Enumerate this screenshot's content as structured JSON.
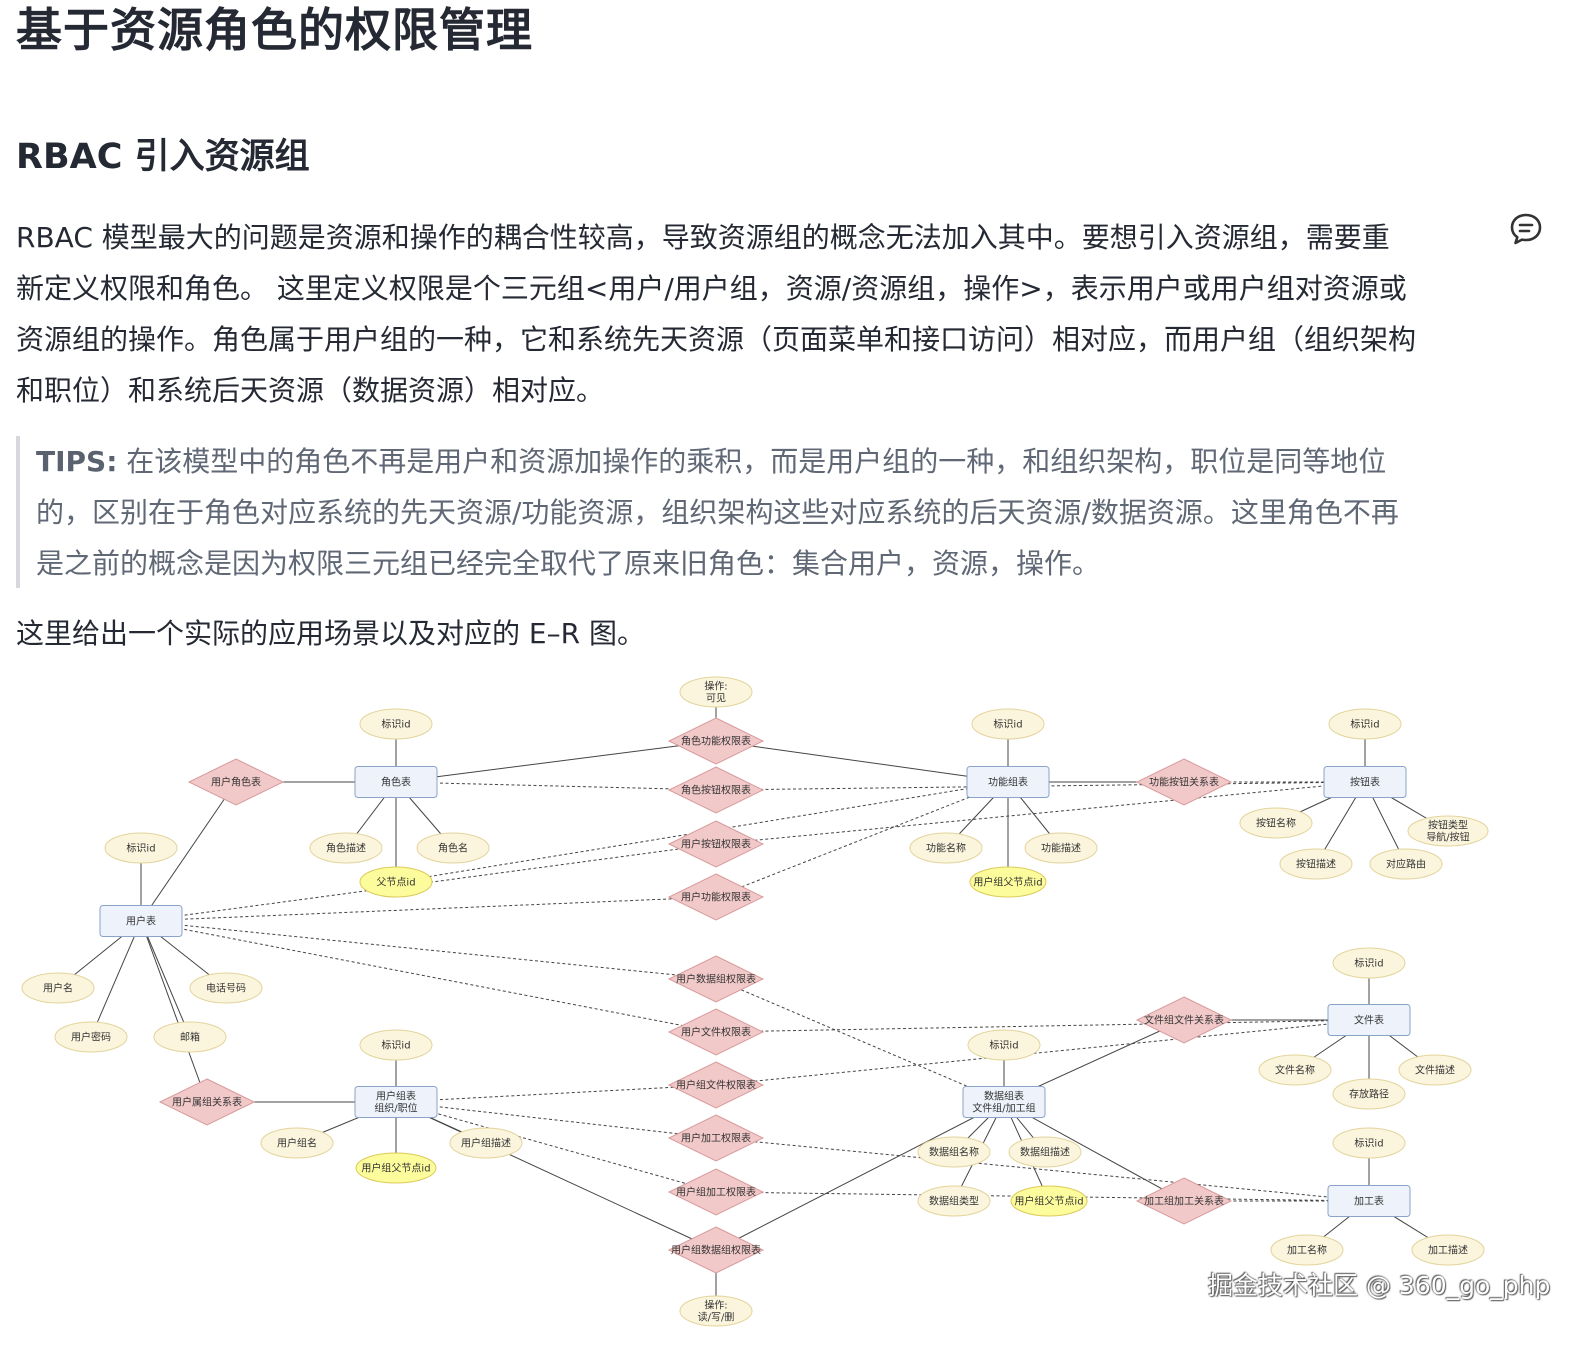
{
  "article": {
    "title": "基于资源角色的权限管理",
    "section_title": "RBAC 引入资源组",
    "paragraph_lines": [
      "RBAC 模型最大的问题是资源和操作的耦合性较高，导致资源组的概念无法加入其中。要想引入资源组，需要重",
      "新定义权限和角色。 这里定义权限是个三元组<用户/用户组，资源/资源组，操作>，表示用户或用户组对资源或",
      "资源组的操作。角色属于用户组的一种，它和系统先天资源（页面菜单和接口访问）相对应，而用户组（组织架构",
      "和职位）和系统后天资源（数据资源）相对应。"
    ],
    "tips_label": "TIPS:",
    "tips_lines": [
      " 在该模型中的角色不再是用户和资源加操作的乘积，而是用户组的一种，和组织架构，职位是同等地位",
      "的，区别在于角色对应系统的先天资源/功能资源，组织架构这些对应系统的后天资源/数据资源。这里角色不再",
      "是之前的概念是因为权限三元组已经完全取代了原来旧角色：集合用户，资源，操作。"
    ],
    "intro": "这里给出一个实际的应用场景以及对应的 E–R 图。",
    "watermark": "掘金技术社区 @ 360_go_php"
  },
  "colors": {
    "entity_fill": "#eef3fb",
    "entity_stroke": "#8aa3c8",
    "relation_fill": "#f2c9c9",
    "relation_stroke": "#d99a9a",
    "attribute_fill": "#fbf5de",
    "attribute_stroke": "#e3d49c",
    "highlight_fill": "#fcfc9c",
    "highlight_stroke": "#dccb5a"
  },
  "er_diagram": {
    "entities": [
      {
        "id": "user",
        "label": "用户表"
      },
      {
        "id": "role",
        "label": "角色表"
      },
      {
        "id": "func",
        "label": "功能组表"
      },
      {
        "id": "btn",
        "label": "按钮表"
      },
      {
        "id": "ugroup",
        "label": "用户组表|组织/职位"
      },
      {
        "id": "dgroup",
        "label": "数据组表|文件组/加工组"
      },
      {
        "id": "file",
        "label": "文件表"
      },
      {
        "id": "proc",
        "label": "加工表"
      }
    ],
    "relations": [
      {
        "id": "r_ur",
        "label": "用户角色表"
      },
      {
        "id": "r_rf",
        "label": "角色功能权限表"
      },
      {
        "id": "r_rb",
        "label": "角色按钮权限表"
      },
      {
        "id": "r_ub",
        "label": "用户按钮权限表"
      },
      {
        "id": "r_uf",
        "label": "用户功能权限表"
      },
      {
        "id": "r_fb",
        "label": "功能按钮关系表"
      },
      {
        "id": "r_ud",
        "label": "用户数据组权限表"
      },
      {
        "id": "r_ufile",
        "label": "用户文件权限表"
      },
      {
        "id": "r_ugfile",
        "label": "用户组文件权限表"
      },
      {
        "id": "r_up",
        "label": "用户加工权限表"
      },
      {
        "id": "r_ugp",
        "label": "用户组加工权限表"
      },
      {
        "id": "r_ugd",
        "label": "用户组数据组权限表"
      },
      {
        "id": "r_uug",
        "label": "用户属组关系表"
      },
      {
        "id": "r_ff",
        "label": "文件组文件关系表"
      },
      {
        "id": "r_pp",
        "label": "加工组加工关系表"
      }
    ],
    "attributes": [
      {
        "id": "a_op1",
        "label": "操作:|可见"
      },
      {
        "id": "a_op2",
        "label": "操作:|读/写/删"
      },
      {
        "id": "a_role_id",
        "label": "标识id"
      },
      {
        "id": "a_role_desc",
        "label": "角色描述"
      },
      {
        "id": "a_role_name",
        "label": "角色名"
      },
      {
        "id": "a_role_parent",
        "label": "父节点id",
        "highlight": true
      },
      {
        "id": "a_user_id",
        "label": "标识id"
      },
      {
        "id": "a_user_name",
        "label": "用户名"
      },
      {
        "id": "a_user_pwd",
        "label": "用户密码"
      },
      {
        "id": "a_user_mail",
        "label": "邮箱"
      },
      {
        "id": "a_user_phone",
        "label": "电话号码"
      },
      {
        "id": "a_func_id",
        "label": "标识id"
      },
      {
        "id": "a_func_name",
        "label": "功能名称"
      },
      {
        "id": "a_func_desc",
        "label": "功能描述"
      },
      {
        "id": "a_func_parent",
        "label": "用户组父节点id",
        "highlight": true
      },
      {
        "id": "a_btn_id",
        "label": "标识id"
      },
      {
        "id": "a_btn_name",
        "label": "按钮名称"
      },
      {
        "id": "a_btn_desc",
        "label": "按钮描述"
      },
      {
        "id": "a_btn_route",
        "label": "对应路由"
      },
      {
        "id": "a_btn_type",
        "label": "按钮类型|导航/按钮"
      },
      {
        "id": "a_ug_id",
        "label": "标识id"
      },
      {
        "id": "a_ug_name",
        "label": "用户组名"
      },
      {
        "id": "a_ug_desc",
        "label": "用户组描述"
      },
      {
        "id": "a_ug_parent",
        "label": "用户组父节点id",
        "highlight": true
      },
      {
        "id": "a_dg_id",
        "label": "标识id"
      },
      {
        "id": "a_dg_name",
        "label": "数据组名称"
      },
      {
        "id": "a_dg_desc",
        "label": "数据组描述"
      },
      {
        "id": "a_dg_type",
        "label": "数据组类型"
      },
      {
        "id": "a_dg_parent",
        "label": "用户组父节点id",
        "highlight": true
      },
      {
        "id": "a_file_id",
        "label": "标识id"
      },
      {
        "id": "a_file_name",
        "label": "文件名称"
      },
      {
        "id": "a_file_path",
        "label": "存放路径"
      },
      {
        "id": "a_file_desc",
        "label": "文件描述"
      },
      {
        "id": "a_proc_id",
        "label": "标识id"
      },
      {
        "id": "a_proc_name",
        "label": "加工名称"
      },
      {
        "id": "a_proc_desc",
        "label": "加工描述"
      }
    ],
    "links": [
      {
        "from": "r_ur",
        "to": "user",
        "style": "solid"
      },
      {
        "from": "r_ur",
        "to": "role",
        "style": "solid"
      },
      {
        "from": "role",
        "to": "r_rf",
        "style": "solid"
      },
      {
        "from": "r_rf",
        "to": "func",
        "style": "solid"
      },
      {
        "from": "r_rf",
        "to": "a_op1",
        "style": "solid"
      },
      {
        "from": "role",
        "to": "r_rb",
        "style": "dashed"
      },
      {
        "from": "r_rb",
        "to": "btn",
        "style": "dashed"
      },
      {
        "from": "user",
        "to": "r_ub",
        "style": "dashed"
      },
      {
        "from": "r_ub",
        "to": "btn",
        "style": "dashed"
      },
      {
        "from": "user",
        "to": "r_uf",
        "style": "dashed"
      },
      {
        "from": "r_uf",
        "to": "func",
        "style": "dashed"
      },
      {
        "from": "func",
        "to": "r_fb",
        "style": "solid"
      },
      {
        "from": "r_fb",
        "to": "btn",
        "style": "dashed"
      },
      {
        "from": "user",
        "to": "r_ud",
        "style": "dashed"
      },
      {
        "from": "r_ud",
        "to": "dgroup",
        "style": "dashed"
      },
      {
        "from": "user",
        "to": "r_ufile",
        "style": "dashed"
      },
      {
        "from": "r_ufile",
        "to": "file",
        "style": "dashed"
      },
      {
        "from": "ugroup",
        "to": "r_ugfile",
        "style": "dashed"
      },
      {
        "from": "r_ugfile",
        "to": "file",
        "style": "dashed"
      },
      {
        "from": "ugroup",
        "to": "r_up",
        "style": "dashed"
      },
      {
        "from": "r_up",
        "to": "proc",
        "style": "dashed"
      },
      {
        "from": "ugroup",
        "to": "r_ugp",
        "style": "dashed"
      },
      {
        "from": "r_ugp",
        "to": "proc",
        "style": "dashed"
      },
      {
        "from": "ugroup",
        "to": "r_ugd",
        "style": "solid"
      },
      {
        "from": "r_ugd",
        "to": "dgroup",
        "style": "solid"
      },
      {
        "from": "r_ugd",
        "to": "a_op2",
        "style": "solid"
      },
      {
        "from": "user",
        "to": "r_uug",
        "style": "solid"
      },
      {
        "from": "r_uug",
        "to": "ugroup",
        "style": "solid"
      },
      {
        "from": "dgroup",
        "to": "r_ff",
        "style": "solid"
      },
      {
        "from": "r_ff",
        "to": "file",
        "style": "solid"
      },
      {
        "from": "dgroup",
        "to": "r_pp",
        "style": "solid"
      },
      {
        "from": "r_pp",
        "to": "proc",
        "style": "dashed"
      },
      {
        "from": "role",
        "to": "a_role_id",
        "style": "solid"
      },
      {
        "from": "role",
        "to": "a_role_desc",
        "style": "solid"
      },
      {
        "from": "role",
        "to": "a_role_name",
        "style": "solid"
      },
      {
        "from": "role",
        "to": "a_role_parent",
        "style": "solid"
      },
      {
        "from": "a_role_parent",
        "to": "func",
        "style": "dashed"
      },
      {
        "from": "user",
        "to": "a_user_id",
        "style": "solid"
      },
      {
        "from": "user",
        "to": "a_user_name",
        "style": "solid"
      },
      {
        "from": "user",
        "to": "a_user_pwd",
        "style": "solid"
      },
      {
        "from": "user",
        "to": "a_user_mail",
        "style": "solid"
      },
      {
        "from": "user",
        "to": "a_user_phone",
        "style": "solid"
      },
      {
        "from": "func",
        "to": "a_func_id",
        "style": "solid"
      },
      {
        "from": "func",
        "to": "a_func_name",
        "style": "solid"
      },
      {
        "from": "func",
        "to": "a_func_desc",
        "style": "solid"
      },
      {
        "from": "func",
        "to": "a_func_parent",
        "style": "solid"
      },
      {
        "from": "btn",
        "to": "a_btn_id",
        "style": "solid"
      },
      {
        "from": "btn",
        "to": "a_btn_name",
        "style": "solid"
      },
      {
        "from": "btn",
        "to": "a_btn_desc",
        "style": "solid"
      },
      {
        "from": "btn",
        "to": "a_btn_route",
        "style": "solid"
      },
      {
        "from": "btn",
        "to": "a_btn_type",
        "style": "solid"
      },
      {
        "from": "ugroup",
        "to": "a_ug_id",
        "style": "solid"
      },
      {
        "from": "ugroup",
        "to": "a_ug_name",
        "style": "solid"
      },
      {
        "from": "ugroup",
        "to": "a_ug_desc",
        "style": "solid"
      },
      {
        "from": "ugroup",
        "to": "a_ug_parent",
        "style": "solid"
      },
      {
        "from": "dgroup",
        "to": "a_dg_id",
        "style": "solid"
      },
      {
        "from": "dgroup",
        "to": "a_dg_name",
        "style": "solid"
      },
      {
        "from": "dgroup",
        "to": "a_dg_desc",
        "style": "solid"
      },
      {
        "from": "dgroup",
        "to": "a_dg_type",
        "style": "solid"
      },
      {
        "from": "dgroup",
        "to": "a_dg_parent",
        "style": "solid"
      },
      {
        "from": "file",
        "to": "a_file_id",
        "style": "solid"
      },
      {
        "from": "file",
        "to": "a_file_name",
        "style": "solid"
      },
      {
        "from": "file",
        "to": "a_file_path",
        "style": "solid"
      },
      {
        "from": "file",
        "to": "a_file_desc",
        "style": "solid"
      },
      {
        "from": "proc",
        "to": "a_proc_id",
        "style": "solid"
      },
      {
        "from": "proc",
        "to": "a_proc_name",
        "style": "solid"
      },
      {
        "from": "proc",
        "to": "a_proc_desc",
        "style": "solid"
      }
    ]
  }
}
